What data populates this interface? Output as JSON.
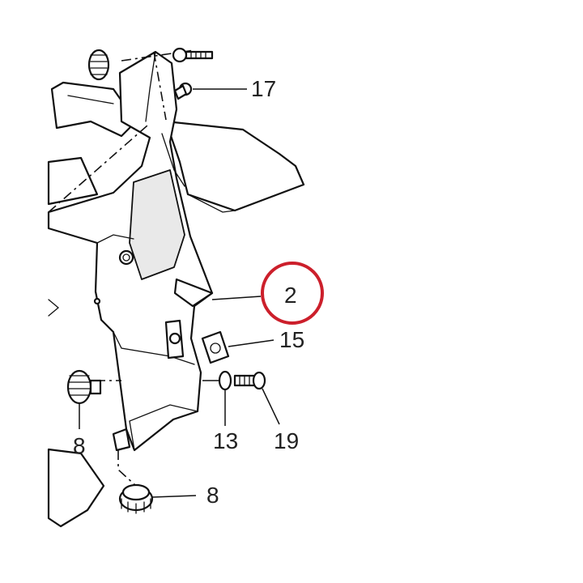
{
  "callouts": {
    "c17": "17",
    "c2": "2",
    "c15": "15",
    "c13": "13",
    "c19": "19",
    "c8_left": "8",
    "c8_bottom": "8"
  },
  "highlight": {
    "ring_color": "#cc1f2b",
    "target_label": "2"
  },
  "colors": {
    "line": "#111111",
    "label": "#222222",
    "background": "#ffffff"
  }
}
